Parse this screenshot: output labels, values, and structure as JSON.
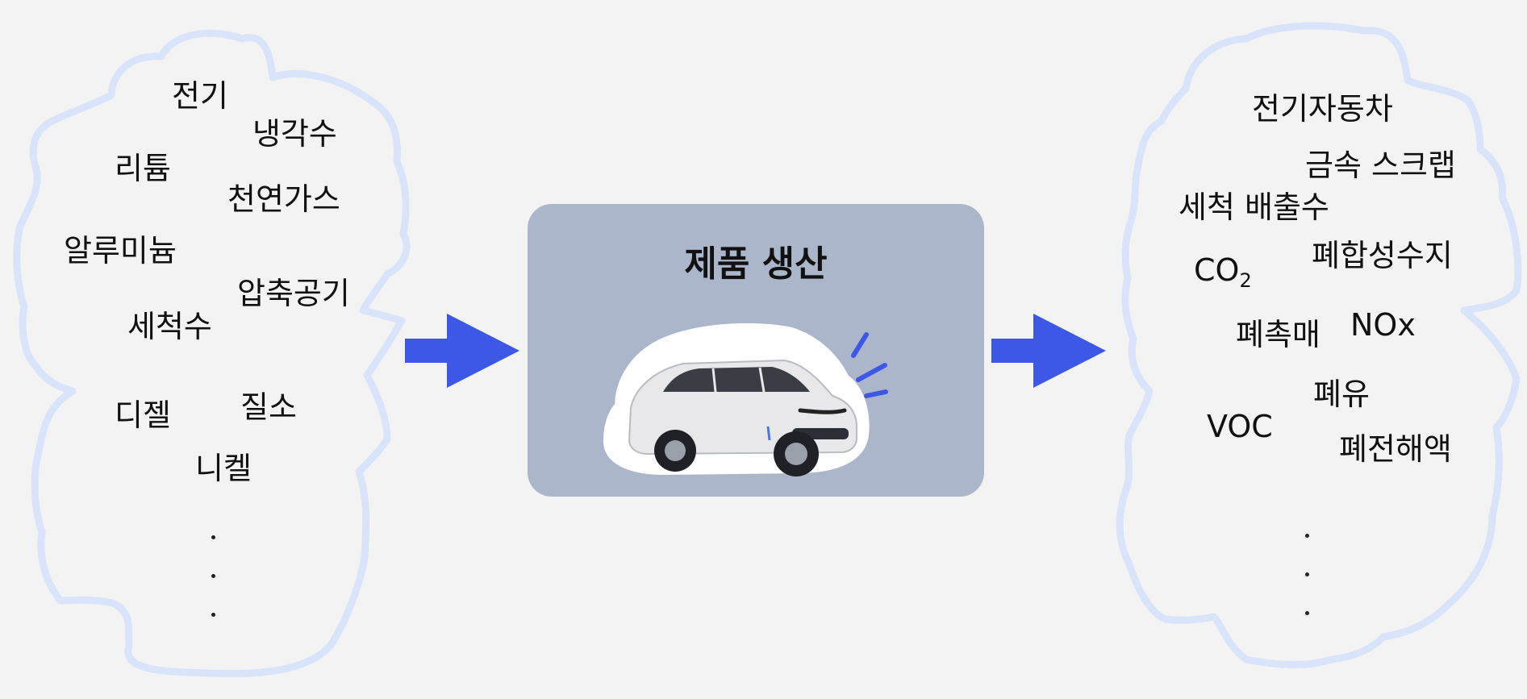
{
  "inputs": {
    "items": [
      "전기",
      "냉각수",
      "리튬",
      "천연가스",
      "알루미늄",
      "압축공기",
      "세척수",
      "디젤",
      "질소",
      "니켈"
    ],
    "more_marker": "..."
  },
  "process": {
    "title": "제품 생산",
    "image": "electric-car-icon"
  },
  "outputs": {
    "items": [
      "전기자동차",
      "금속 스크랩",
      "세척 배출수",
      "폐합성수지",
      "폐촉매",
      "NOx",
      "폐유",
      "VOC",
      "폐전해액"
    ],
    "co2": {
      "base": "CO",
      "subscript": "2"
    },
    "more_marker": "..."
  },
  "colors": {
    "arrow": "#3d58e6",
    "blob_outline": "#d9e4fb",
    "process_box": "#abb6cb",
    "background": "#f3f3f3"
  }
}
